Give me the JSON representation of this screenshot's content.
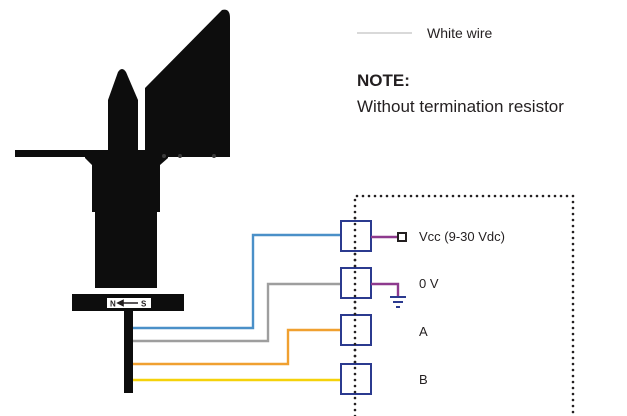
{
  "legend": {
    "white_wire_label": "White wire",
    "white_wire_color": "#d9d9d9"
  },
  "note": {
    "title": "NOTE:",
    "text": "Without termination resistor"
  },
  "sensor": {
    "direction_marker_n": "N",
    "direction_marker_s": "S",
    "body_color": "#0d0d0d"
  },
  "terminals": [
    {
      "label": "Vcc (9-30 Vdc)",
      "wire_color": "#4a90c8",
      "jumper_color": "#8e3a8e"
    },
    {
      "label": "0 V",
      "wire_color": "#9e9e9e",
      "jumper_color": "#8e3a8e"
    },
    {
      "label": "A",
      "wire_color": "#f0a030",
      "jumper_color": ""
    },
    {
      "label": "B",
      "wire_color": "#f5d20a",
      "jumper_color": ""
    }
  ],
  "colors": {
    "terminal_border": "#2b3a8f",
    "ground_symbol": "#2b3a8f",
    "enclosure_dots": "#231f20"
  }
}
